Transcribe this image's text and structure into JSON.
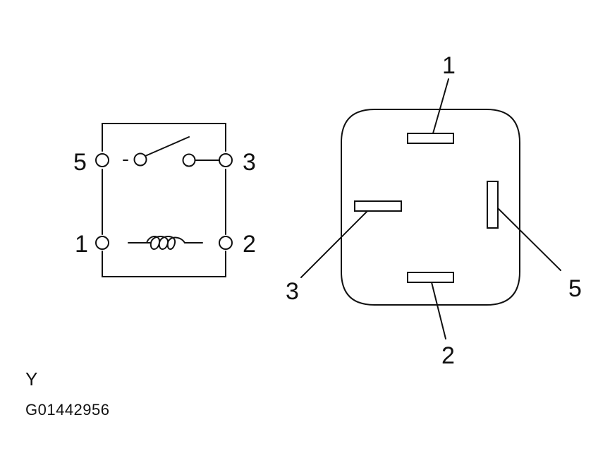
{
  "schematic": {
    "pins": {
      "p5": "5",
      "p3": "3",
      "p1": "1",
      "p2": "2"
    }
  },
  "connector": {
    "pins": {
      "p1": "1",
      "p2": "2",
      "p3": "3",
      "p5": "5"
    }
  },
  "view_label": "Y",
  "figure_code": "G01442956",
  "colors": {
    "ink": "#111111",
    "background": "#ffffff"
  }
}
